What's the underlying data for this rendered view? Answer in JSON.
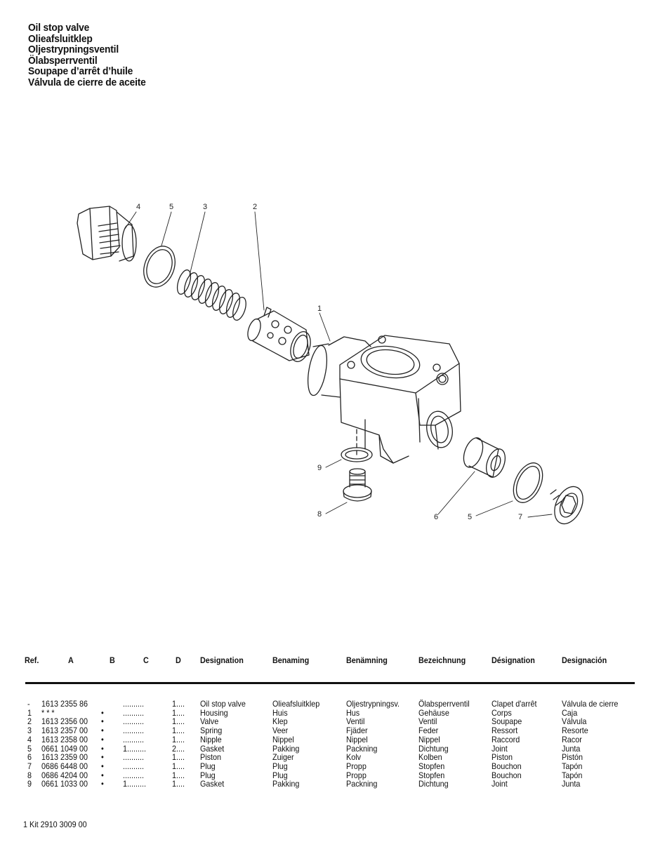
{
  "titles": [
    "Oil stop valve",
    "Olieafsluitklep",
    "Oljestrypningsventil",
    "Ölabsperrventil",
    "Soupape d’arrêt d’huile",
    "Válvula de cierre de aceite"
  ],
  "callouts": [
    "4",
    "5",
    "3",
    "2",
    "1",
    "9",
    "8",
    "6",
    "5",
    "7"
  ],
  "table": {
    "headers": [
      "Ref.",
      "A",
      "B",
      "C",
      "D",
      "Designation",
      "Benaming",
      "Benämning",
      "Bezeichnung",
      "Désignation",
      "Designación"
    ],
    "rows": [
      {
        "ref": "-",
        "a": "1613 2355 86",
        "b": "",
        "c": "..........",
        "d": "1....",
        "en": "Oil stop valve",
        "nl": "Olieafsluitklep",
        "sv": "Oljestrypningsv.",
        "de": "Ölabsperrventil",
        "fr": "Clapet d'arrêt",
        "es": "Válvula de cierre"
      },
      {
        "ref": "1",
        "a": "* * *",
        "b": "•",
        "c": "..........",
        "d": "1....",
        "en": "Housing",
        "nl": "Huis",
        "sv": "Hus",
        "de": "Gehäuse",
        "fr": "Corps",
        "es": "Caja"
      },
      {
        "ref": "2",
        "a": "1613 2356 00",
        "b": "•",
        "c": "..........",
        "d": "1....",
        "en": "Valve",
        "nl": "Klep",
        "sv": "Ventil",
        "de": "Ventil",
        "fr": "Soupape",
        "es": "Válvula"
      },
      {
        "ref": "3",
        "a": "1613 2357 00",
        "b": "•",
        "c": "..........",
        "d": "1....",
        "en": "Spring",
        "nl": "Veer",
        "sv": "Fjäder",
        "de": "Feder",
        "fr": "Ressort",
        "es": "Resorte"
      },
      {
        "ref": "4",
        "a": "1613 2358 00",
        "b": "•",
        "c": "..........",
        "d": "1....",
        "en": "Nipple",
        "nl": "Nippel",
        "sv": "Nippel",
        "de": "Nippel",
        "fr": "Raccord",
        "es": "Racor"
      },
      {
        "ref": "5",
        "a": "0661 1049 00",
        "b": "•",
        "c": "1.........",
        "d": "2....",
        "en": "Gasket",
        "nl": "Pakking",
        "sv": "Packning",
        "de": "Dichtung",
        "fr": "Joint",
        "es": "Junta"
      },
      {
        "ref": "6",
        "a": "1613 2359 00",
        "b": "•",
        "c": "..........",
        "d": "1....",
        "en": "Piston",
        "nl": "Zuiger",
        "sv": "Kolv",
        "de": "Kolben",
        "fr": "Piston",
        "es": "Pistón"
      },
      {
        "ref": "7",
        "a": "0686 6448 00",
        "b": "•",
        "c": "..........",
        "d": "1....",
        "en": "Plug",
        "nl": "Plug",
        "sv": "Propp",
        "de": "Stopfen",
        "fr": "Bouchon",
        "es": "Tapón"
      },
      {
        "ref": "8",
        "a": "0686 4204 00",
        "b": "•",
        "c": "..........",
        "d": "1....",
        "en": "Plug",
        "nl": "Plug",
        "sv": "Propp",
        "de": "Stopfen",
        "fr": "Bouchon",
        "es": "Tapón"
      },
      {
        "ref": "9",
        "a": "0661 1033 00",
        "b": "•",
        "c": "1.........",
        "d": "1....",
        "en": "Gasket",
        "nl": "Pakking",
        "sv": "Packning",
        "de": "Dichtung",
        "fr": "Joint",
        "es": "Junta"
      }
    ]
  },
  "footer": "1 Kit 2910 3009 00"
}
